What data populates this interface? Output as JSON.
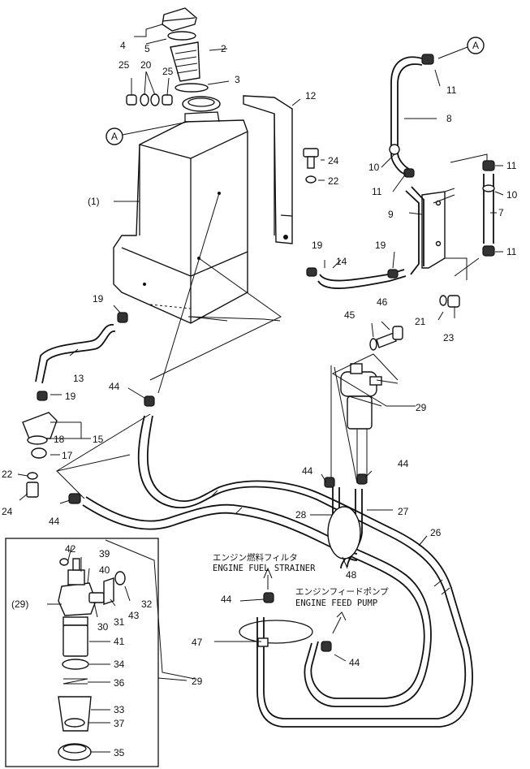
{
  "ref_mark": "A",
  "labels": {
    "n1": "(1)",
    "n2": "2",
    "n3": "3",
    "n4": "4",
    "n5": "5",
    "n7": "7",
    "n8": "8",
    "n9": "9",
    "n10a": "10",
    "n10b": "10",
    "n11a": "11",
    "n11b": "11",
    "n11c": "11",
    "n11d": "11",
    "n12": "12",
    "n13": "13",
    "n14": "14",
    "n15": "15",
    "n17": "17",
    "n18": "18",
    "n19a": "19",
    "n19b": "19",
    "n19c": "19",
    "n19d": "19",
    "n20": "20",
    "n21": "21",
    "n22a": "22",
    "n22b": "22",
    "n23": "23",
    "n24a": "24",
    "n24b": "24",
    "n25a": "25",
    "n25b": "25",
    "n26": "26",
    "n27": "27",
    "n28": "28",
    "n29a": "29",
    "n29b": "29",
    "n29c": "(29)",
    "n30": "30",
    "n31": "31",
    "n32": "32",
    "n33": "33",
    "n34": "34",
    "n35": "35",
    "n36": "36",
    "n37": "37",
    "n39": "39",
    "n40": "40",
    "n41": "41",
    "n42": "42",
    "n43": "43",
    "n44a": "44",
    "n44b": "44",
    "n44c": "44",
    "n44d": "44",
    "n44e": "44",
    "n44f": "44",
    "n45": "45",
    "n46": "46",
    "n47": "47",
    "n48": "48"
  },
  "notes": {
    "strainer_jp": "エンジン燃料フィルタ",
    "strainer_en": "ENGINE FUEL STRAINER",
    "pump_jp": "エンジンフィードポンプ",
    "pump_en": "ENGINE FEED PUMP"
  }
}
